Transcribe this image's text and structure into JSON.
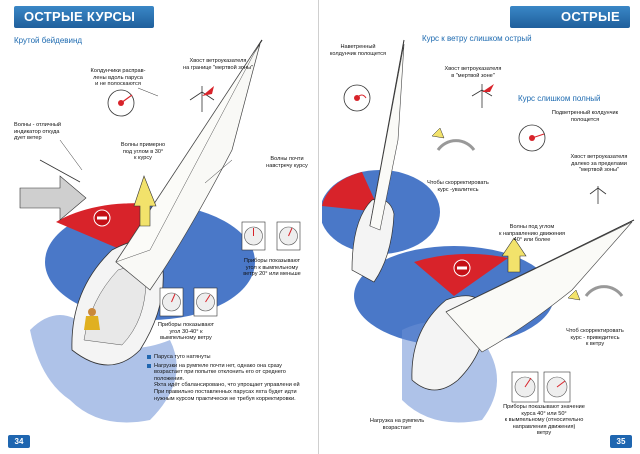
{
  "left": {
    "header": "ОСТРЫЕ КУРСЫ",
    "subtitle": "Крутой бейдевинд",
    "labels": {
      "tellTales": "Колдунчики распрaв-\nлены вдоль паруса\nи не полоскаются",
      "vaneTail": "Хвост ветроуказателя\nна границе \"мертвой зоны\"",
      "waves": "Волны - отличный\nиндикатор откуда\nдует ветер",
      "wavesAngle": "Волны примерно\nпод углом в 30°\nк курсу",
      "wavesAhead": "Волны почти\nнавстречу курсу",
      "instruments20": "Приборы показывают\nугол к вымпельному\nветру 20° или меньше",
      "instruments30": "Приборы показывают\nугол 30-40° к\nвымпельному ветру"
    },
    "bullets": [
      "Паруса туго натянуты",
      "Нагрузки на румпеле почти нет, однако она сразу возрастает при попытке отклонить его от среднего положения.\nЯхта идёт сбалансировано, что упрощает управлени ей\nПри правильно поставленных парусах яхта будет идти нужным курсом практически не требуя корректировки."
    ],
    "page_number": "34"
  },
  "right": {
    "header": "ОСТРЫЕ КУРСЫ",
    "subtitle_top": "Курс к ветру слишком острый",
    "subtitle_full": "Курс слишком полный",
    "labels": {
      "tellTaleFlutter": "Наветренный\nколдунчик полощется",
      "vaneDead": "Хвост ветроуказателя\nв \"мертвой зоне\"",
      "correctFall": "Чтобы скорректировать\nкурс -увалитесь",
      "leeTellTale": "Подветренный колдунчик\nполощется",
      "vaneFar": "Хвост ветроуказателя\nдалеко за пределами\n\"мертвой зоны\"",
      "waves40": "Волны под углом\nк направлению движения\n40° или более",
      "correctUp": "Чтоб скорректировать\nкурс - приведитесь\nк ветру",
      "tillerLoad": "Нагрузка на румпель\nвозрастает",
      "instruments40": "Приборы показывают значение\nкурса 40° или 50°\nк вымпельному (относительно\nнаправления движения)\nветру"
    },
    "page_number": "35"
  },
  "colors": {
    "header_blue": "#1f5f9c",
    "sea_blue": "#4a78c8",
    "dead_zone_red": "#d8232a",
    "arrow_yellow": "#f2e26b"
  }
}
